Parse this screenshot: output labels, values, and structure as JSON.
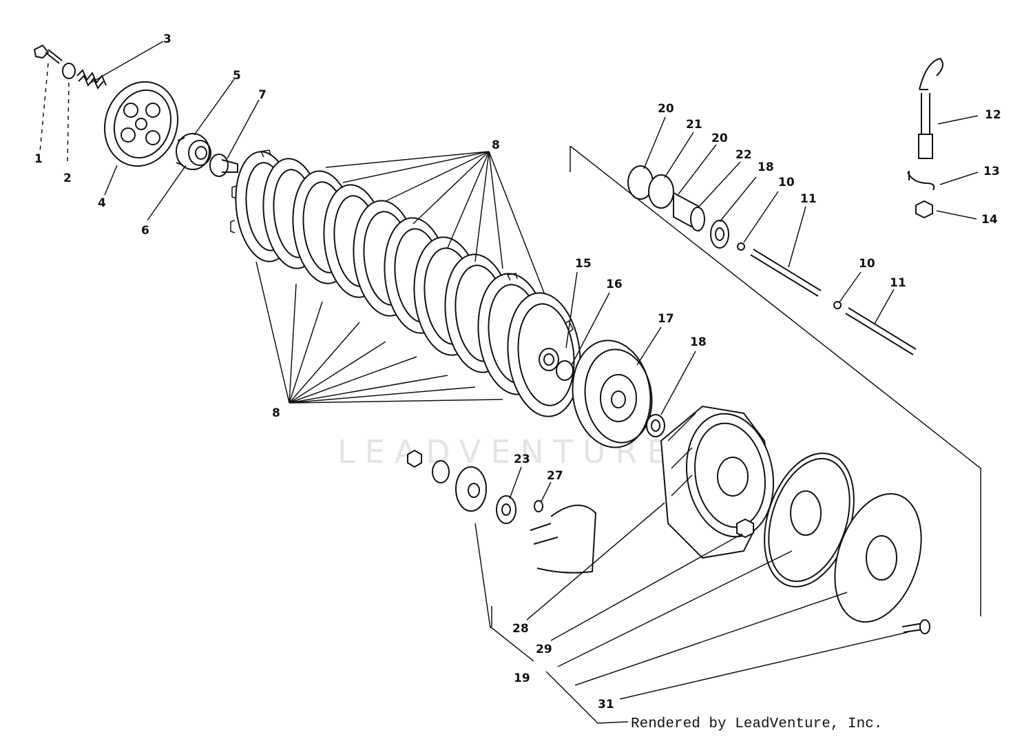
{
  "watermark": "LEADVENTURE",
  "credit": "Rendered by LeadVenture, Inc.",
  "callouts": {
    "p1": "1",
    "p2": "2",
    "p3": "3",
    "p4": "4",
    "p5": "5",
    "p6": "6",
    "p7": "7",
    "p8_top": "8",
    "p8_bottom": "8",
    "p10_a": "10",
    "p10_b": "10",
    "p11_a": "11",
    "p11_b": "11",
    "p12": "12",
    "p13": "13",
    "p14": "14",
    "p15": "15",
    "p16": "16",
    "p17": "17",
    "p18_a": "18",
    "p18_b": "18",
    "p19": "19",
    "p20_a": "20",
    "p20_b": "20",
    "p21": "21",
    "p22": "22",
    "p23": "23",
    "p27": "27",
    "p28": "28",
    "p29": "29",
    "p31": "31"
  }
}
